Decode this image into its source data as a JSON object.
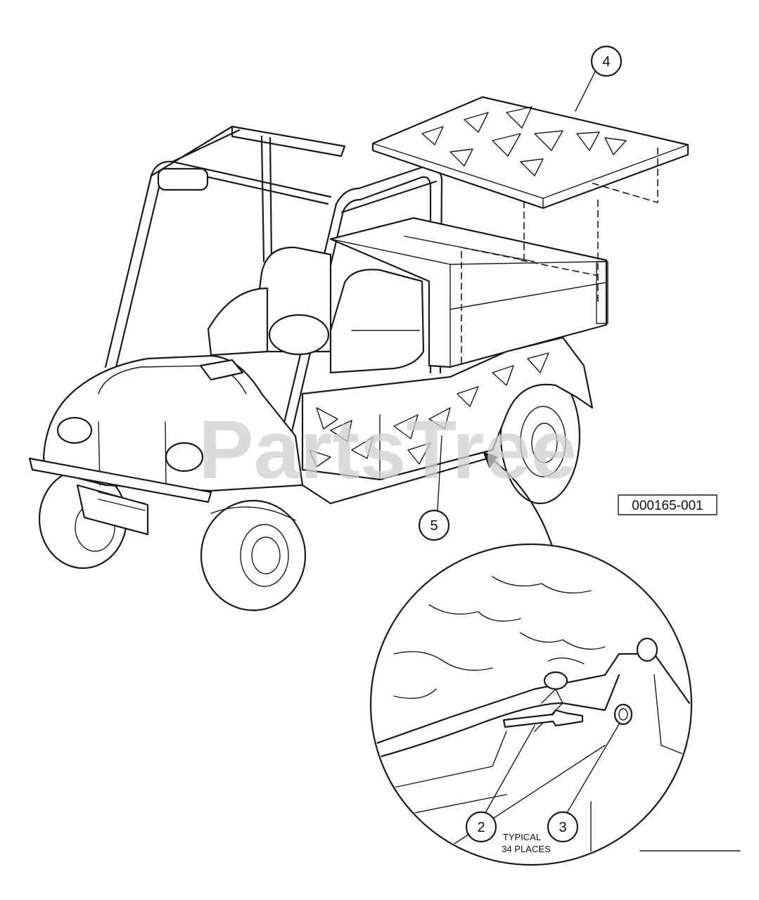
{
  "callouts": {
    "c2": "2",
    "c3": "3",
    "c4": "4",
    "c5": "5"
  },
  "reference_code": "000165-001",
  "note": {
    "line1": "TYPICAL",
    "line2": "34 PLACES"
  },
  "watermark": "PartsTree",
  "colors": {
    "ink": "#1a1a1a",
    "watermark": "#cfcfcf"
  }
}
